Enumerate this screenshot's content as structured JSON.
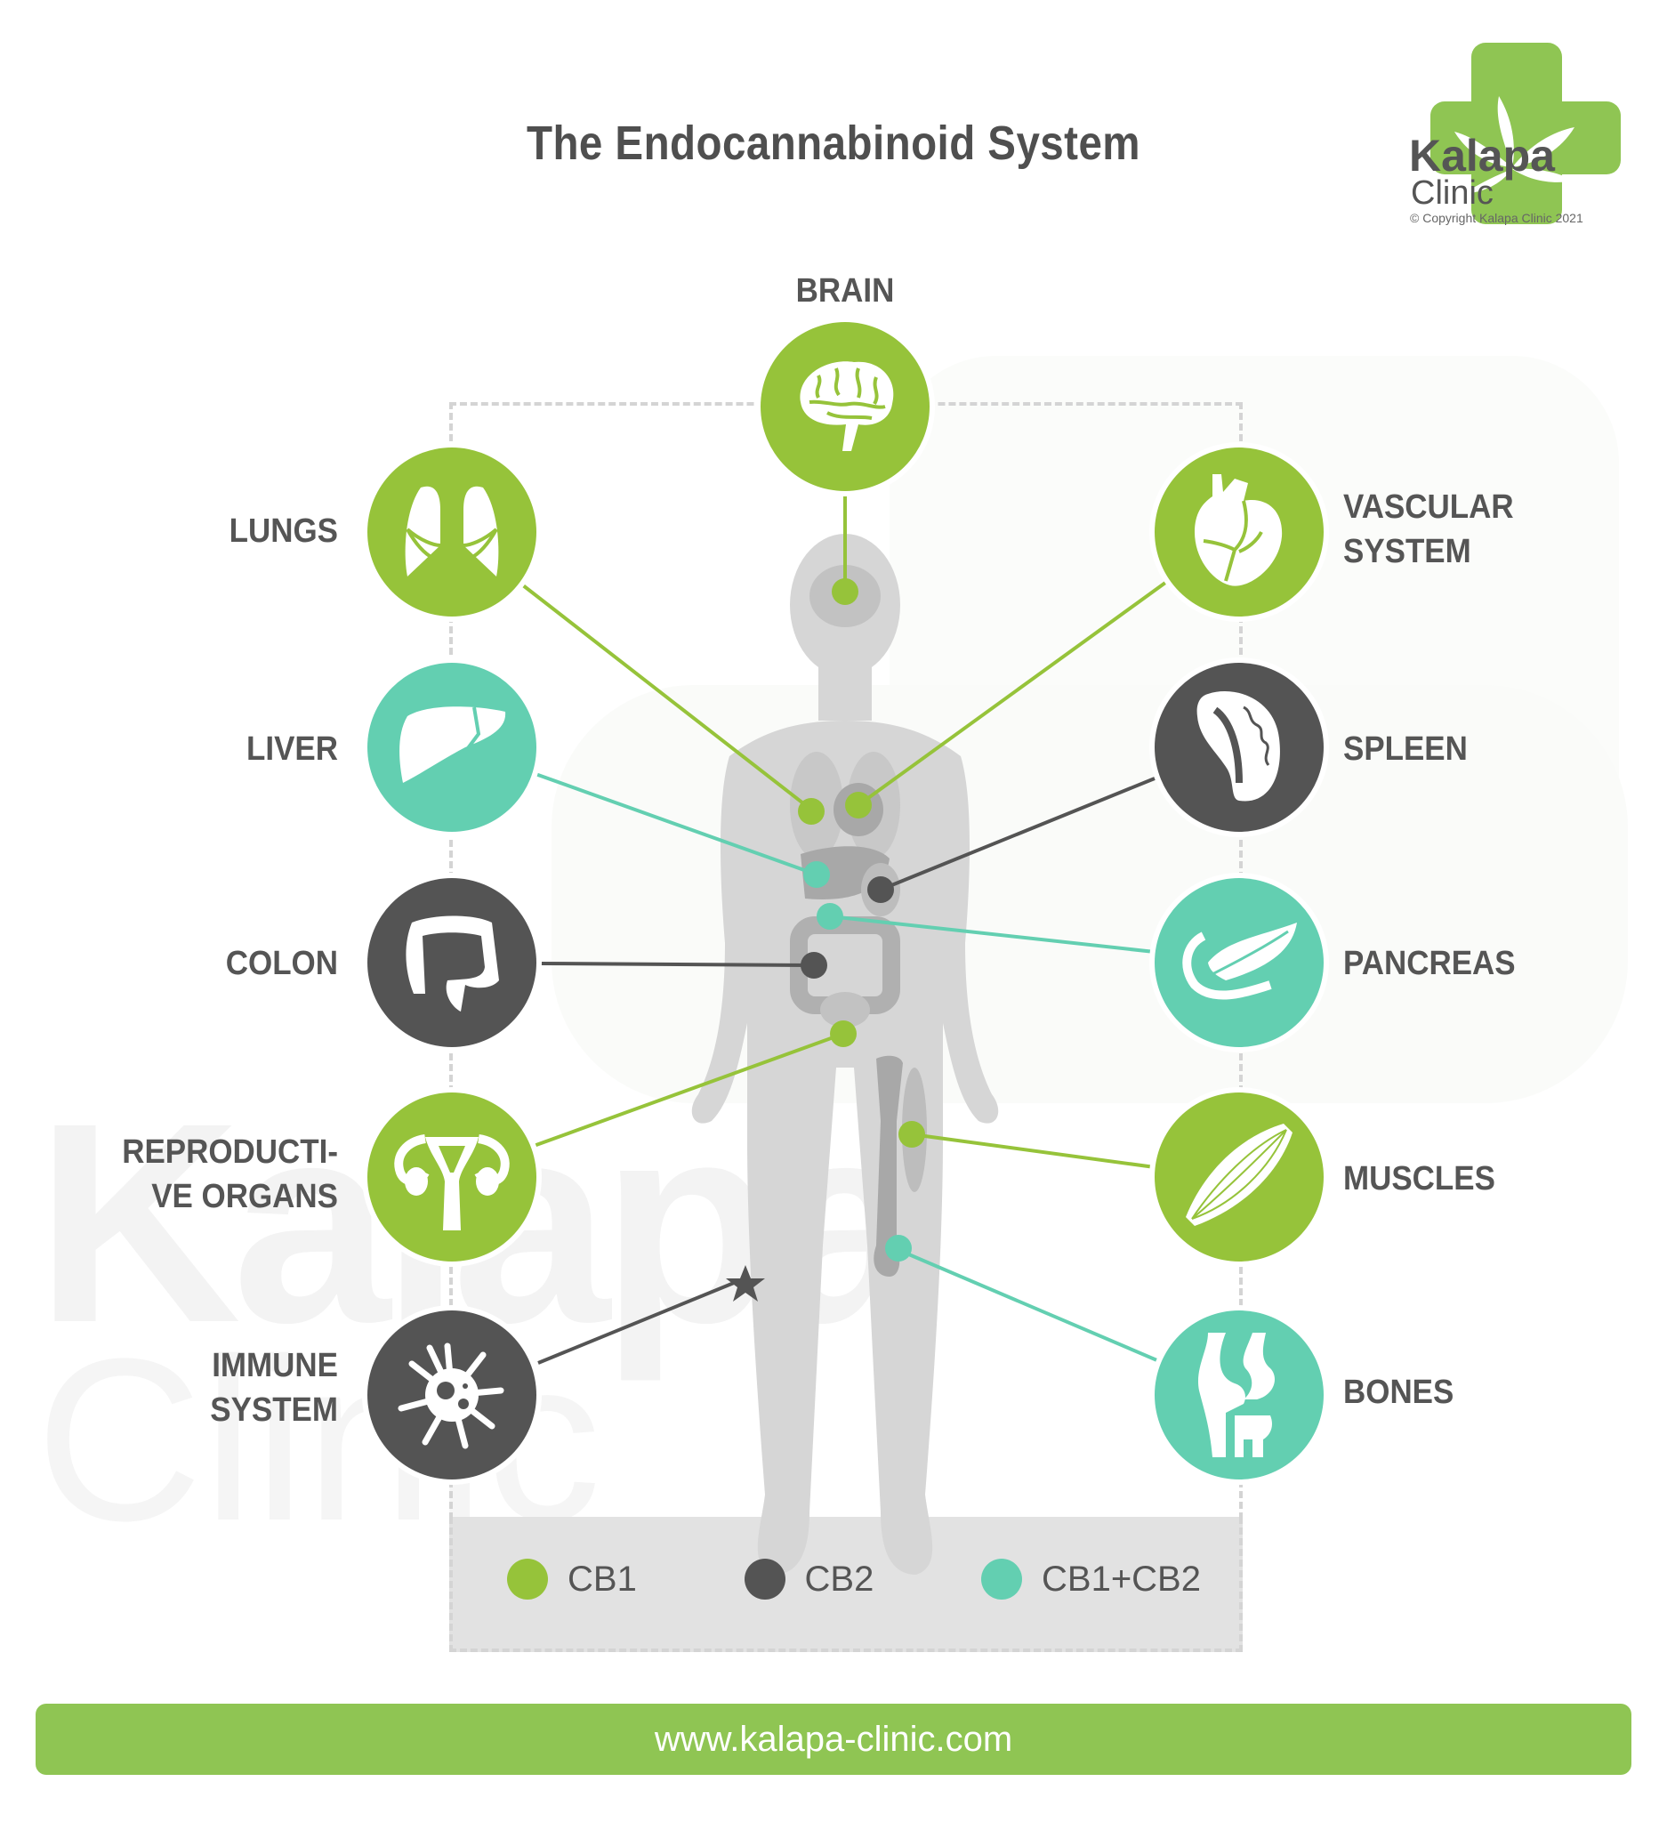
{
  "title": "The Endocannabinoid System",
  "logo": {
    "name_line1": "Kalapa",
    "name_line2": "Clinic",
    "copyright": "© Copyright Kalapa Clinic 2021",
    "color": "#8fc553"
  },
  "watermark": {
    "line1": "Kalapa",
    "line2": "Clinic"
  },
  "colors": {
    "cb1": "#96c33a",
    "cb2": "#545454",
    "cb1_cb2": "#63cfb1",
    "body": "#d6d6d6",
    "text": "#555555"
  },
  "organs": {
    "brain": {
      "label": "BRAIN",
      "receptor": "CB1",
      "icon": "brain-icon"
    },
    "lungs": {
      "label": "LUNGS",
      "receptor": "CB1",
      "icon": "lungs-icon"
    },
    "liver": {
      "label": "LIVER",
      "receptor": "CB1+CB2",
      "icon": "liver-icon"
    },
    "colon": {
      "label": "COLON",
      "receptor": "CB2",
      "icon": "colon-icon"
    },
    "reproductive": {
      "label_line1": "REPRODUCTI-",
      "label_line2": "VE  ORGANS",
      "receptor": "CB1",
      "icon": "uterus-icon"
    },
    "immune": {
      "label_line1": "IMMUNE",
      "label_line2": "SYSTEM",
      "receptor": "CB2",
      "icon": "immune-cell-icon"
    },
    "vascular": {
      "label_line1": "VASCULAR",
      "label_line2": "SYSTEM",
      "receptor": "CB1",
      "icon": "heart-icon"
    },
    "spleen": {
      "label": "SPLEEN",
      "receptor": "CB2",
      "icon": "spleen-icon"
    },
    "pancreas": {
      "label": "PANCREAS",
      "receptor": "CB1+CB2",
      "icon": "pancreas-icon"
    },
    "muscles": {
      "label": "MUSCLES",
      "receptor": "CB1",
      "icon": "muscle-icon"
    },
    "bones": {
      "label": "BONES",
      "receptor": "CB1+CB2",
      "icon": "knee-joint-icon"
    }
  },
  "legend": [
    {
      "label": "CB1",
      "color": "#96c33a"
    },
    {
      "label": "CB2",
      "color": "#545454"
    },
    {
      "label": "CB1+CB2",
      "color": "#63cfb1"
    }
  ],
  "footer": {
    "url": "www.kalapa-clinic.com"
  }
}
